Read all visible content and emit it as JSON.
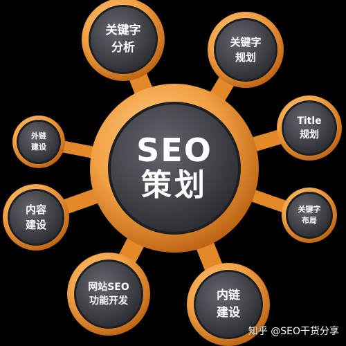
{
  "colors": {
    "background": "#000000",
    "orange_light": "#f7b25a",
    "orange_dark": "#c86a12",
    "node_fill": "#3a3d42",
    "node_fill_light": "#5a5e64",
    "text": "#ffffff"
  },
  "center": {
    "line1": "SEO",
    "line2": "策划"
  },
  "nodes": [
    {
      "id": "keyword-analysis",
      "lines": [
        "关键字",
        "分析"
      ]
    },
    {
      "id": "keyword-planning",
      "lines": [
        "关键字",
        "规划"
      ]
    },
    {
      "id": "title-planning",
      "lines": [
        "Title",
        "规划"
      ]
    },
    {
      "id": "keyword-layout",
      "lines": [
        "关键字",
        "布局"
      ]
    },
    {
      "id": "internal-links",
      "lines": [
        "内链",
        "建设"
      ]
    },
    {
      "id": "site-seo-dev",
      "lines": [
        "网站SEO",
        "功能开发"
      ]
    },
    {
      "id": "content-building",
      "lines": [
        "内容",
        "建设"
      ]
    },
    {
      "id": "external-links",
      "lines": [
        "外链",
        "建设"
      ]
    }
  ],
  "watermark": "知乎 @SEO干货分享"
}
